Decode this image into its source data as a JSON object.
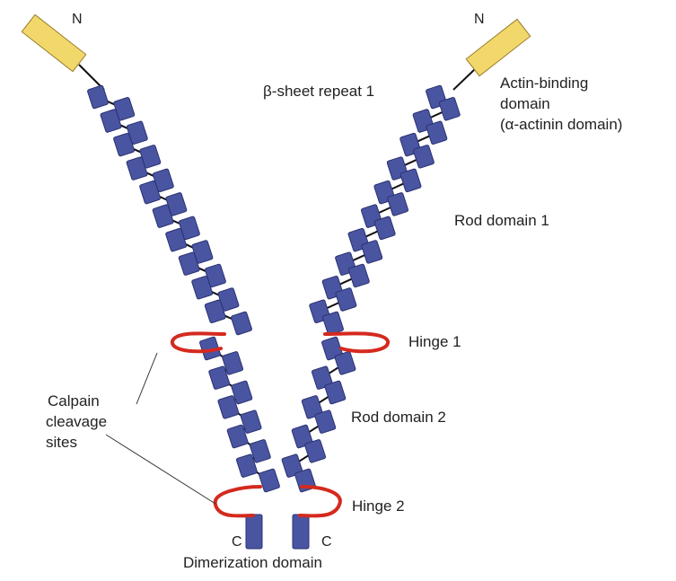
{
  "diagram": {
    "colors": {
      "repeat_fill": "#4a55a2",
      "repeat_stroke": "#2a3170",
      "actin_fill": "#f2d86a",
      "actin_stroke": "#9a8030",
      "hinge": "#d42a1e",
      "linker": "#111111"
    },
    "labels": {
      "n_left": "N",
      "n_right": "N",
      "beta_sheet": "β-sheet repeat 1",
      "actin_line1": "Actin-binding",
      "actin_line2": "domain",
      "actin_line3": "(α-actinin domain)",
      "rod1": "Rod domain 1",
      "hinge1": "Hinge 1",
      "rod2": "Rod domain 2",
      "hinge2": "Hinge 2",
      "calpain_line1": "Calpain",
      "calpain_line2": "cleavage",
      "calpain_line3": "sites",
      "c_left": "C",
      "c_right": "C",
      "dimerization": "Dimerization domain"
    }
  }
}
